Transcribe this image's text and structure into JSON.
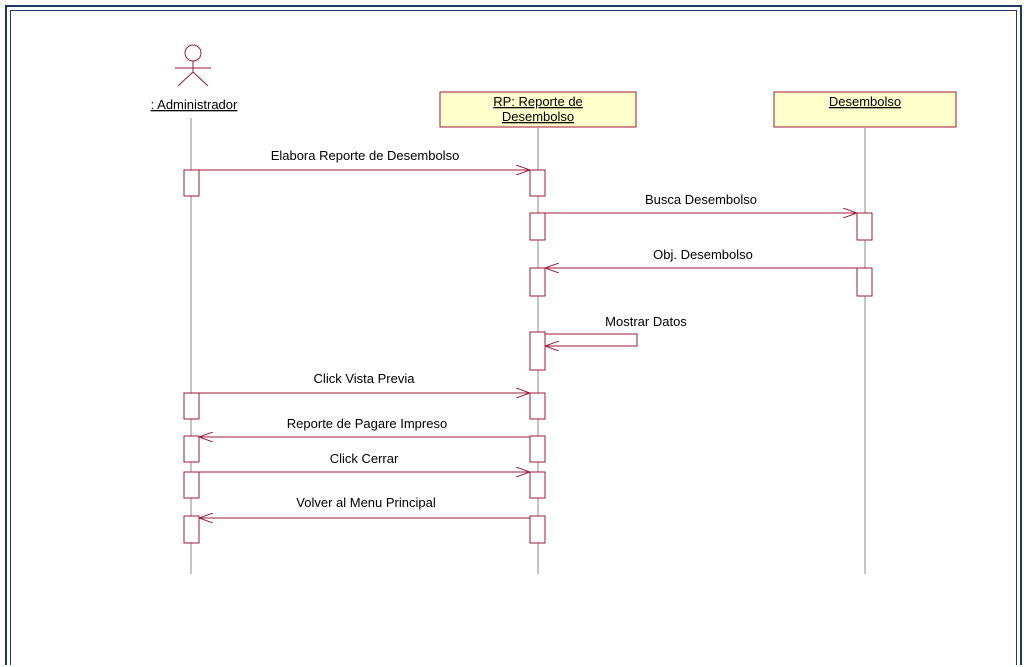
{
  "diagram": {
    "colors": {
      "line": "#9e1b3a",
      "box_fill": "#ffffcc",
      "text": "#000000",
      "border": "#1f3864"
    },
    "lifelines": [
      {
        "id": "admin",
        "kind": "actor",
        "label": ": Administrador"
      },
      {
        "id": "rp",
        "kind": "object",
        "label_line1": "RP: Reporte de ",
        "label_line2": "Desembolso"
      },
      {
        "id": "des",
        "kind": "object",
        "label": "Desembolso"
      }
    ],
    "messages": [
      {
        "label": "Elabora  Reporte de Desembolso",
        "from": "admin",
        "to": "rp",
        "kind": "call"
      },
      {
        "label": "Busca  Desembolso",
        "from": "rp",
        "to": "des",
        "kind": "call"
      },
      {
        "label": "Obj.  Desembolso",
        "from": "des",
        "to": "rp",
        "kind": "return"
      },
      {
        "label": "Mostrar Datos",
        "from": "rp",
        "to": "rp",
        "kind": "self"
      },
      {
        "label": "Click Vista Previa",
        "from": "admin",
        "to": "rp",
        "kind": "call"
      },
      {
        "label": "Reporte de  Pagare Impreso",
        "from": "rp",
        "to": "admin",
        "kind": "return"
      },
      {
        "label": "Click Cerrar",
        "from": "admin",
        "to": "rp",
        "kind": "call"
      },
      {
        "label": "Volver al Menu Principal",
        "from": "rp",
        "to": "admin",
        "kind": "return"
      }
    ]
  }
}
